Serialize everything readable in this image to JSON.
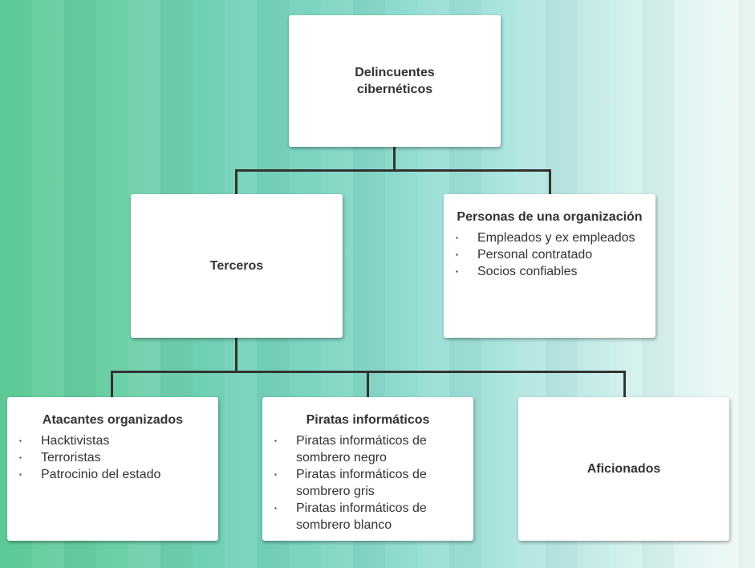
{
  "root": {
    "label": "Delincuentes cibernéticos"
  },
  "terceros": {
    "label": "Terceros"
  },
  "personas": {
    "title": "Personas de una organización",
    "items": [
      "Empleados y ex empleados",
      "Personal contratado",
      "Socios confiables"
    ]
  },
  "atacantes": {
    "title": "Atacantes organizados",
    "items": [
      "Hacktivistas",
      "Terroristas",
      "Patrocinio del estado"
    ]
  },
  "piratas": {
    "title": "Piratas informáticos",
    "items": [
      "Piratas informáticos de sombrero negro",
      "Piratas informáticos de sombrero gris",
      "Piratas informáticos de sombrero blanco"
    ]
  },
  "aficionados": {
    "label": "Aficionados"
  }
}
